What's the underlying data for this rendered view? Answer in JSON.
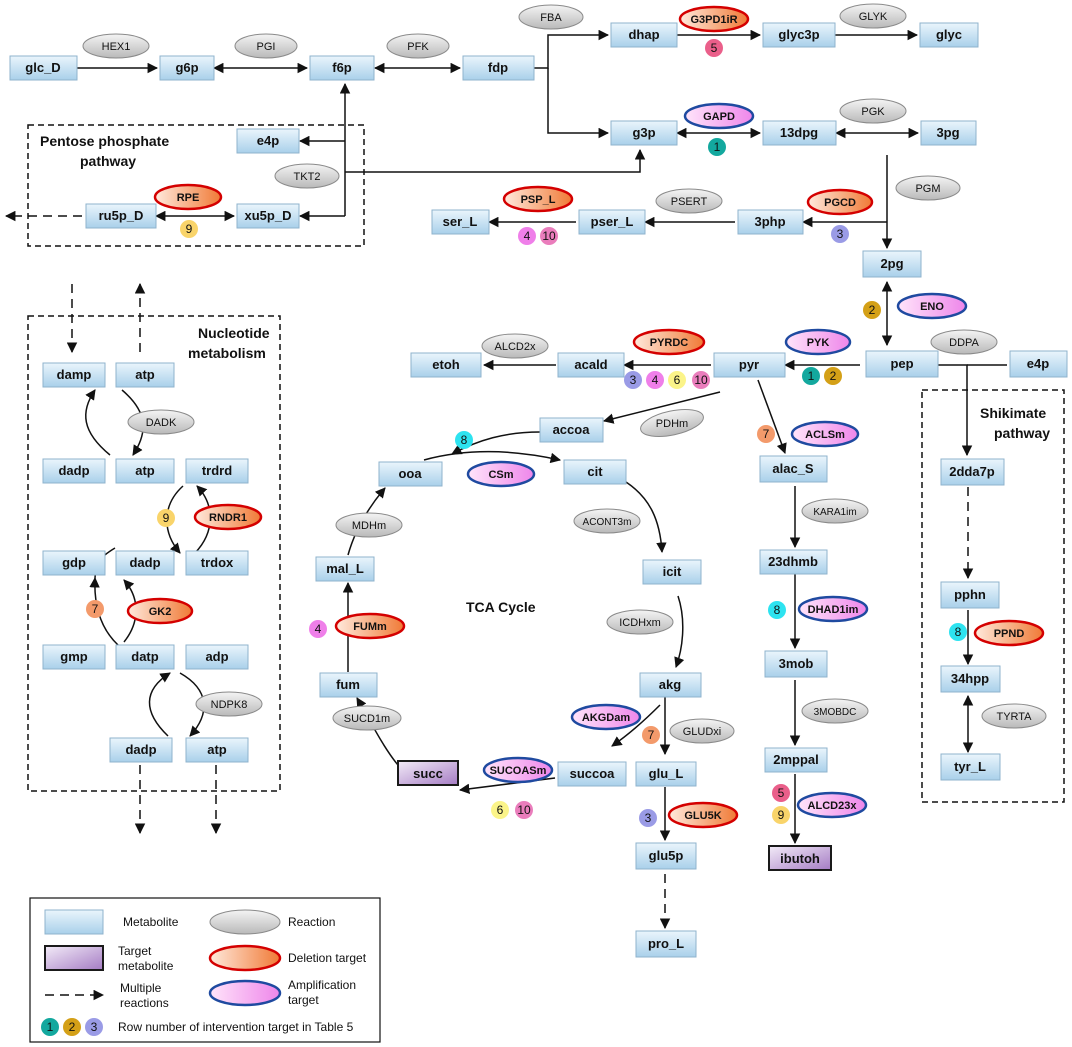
{
  "colors": {
    "metabolite": "#c7e2f2",
    "target_metabolite": "#c9a8de",
    "reaction": "#d0d0d0",
    "deletion_border": "#d40000",
    "amplification_border": "#1f4aa0",
    "n1": "#13a89e",
    "n2": "#d4a017",
    "n3": "#9a9be6",
    "n4": "#ef7fe9",
    "n5": "#ea5f8a",
    "n6": "#fbf489",
    "n7": "#f39a6b",
    "n8": "#2de3f0",
    "n9": "#f9d46a",
    "n10": "#ea7dbc"
  },
  "metabolites": {
    "glc_D": "glc_D",
    "g6p": "g6p",
    "f6p": "f6p",
    "fdp": "fdp",
    "dhap": "dhap",
    "glyc3p": "glyc3p",
    "glyc": "glyc",
    "e4p_ppp": "e4p",
    "g3p": "g3p",
    "13dpg": "13dpg",
    "3pg": "3pg",
    "ru5p_D": "ru5p_D",
    "xu5p_D": "xu5p_D",
    "ser_L": "ser_L",
    "pser_L": "pser_L",
    "3php": "3php",
    "2pg": "2pg",
    "damp": "damp",
    "atp1": "atp",
    "dadp1": "dadp",
    "atp2": "atp",
    "trdrd": "trdrd",
    "gdp": "gdp",
    "dadp2": "dadp",
    "trdox": "trdox",
    "gmp": "gmp",
    "datp": "datp",
    "adp": "adp",
    "dadp3": "dadp",
    "atp3": "atp",
    "etoh": "etoh",
    "acald": "acald",
    "pyr": "pyr",
    "pep": "pep",
    "e4p_sh": "e4p",
    "accoa": "accoa",
    "ooa": "ooa",
    "cit": "cit",
    "alac_S": "alac_S",
    "2dda7p": "2dda7p",
    "mal_L": "mal_L",
    "icit": "icit",
    "23dhmb": "23dhmb",
    "pphn": "pphn",
    "fum": "fum",
    "3mob": "3mob",
    "34hpp": "34hpp",
    "akg": "akg",
    "succoa": "succoa",
    "glu_L": "glu_L",
    "2mppal": "2mppal",
    "tyr_L": "tyr_L",
    "succ": "succ",
    "glu5p": "glu5p",
    "ibutoh": "ibutoh",
    "pro_L": "pro_L"
  },
  "reactions": {
    "HEX1": "HEX1",
    "PGI": "PGI",
    "PFK": "PFK",
    "FBA": "FBA",
    "G3PD1iR": "G3PD1iR",
    "GLYK": "GLYK",
    "GAPD": "GAPD",
    "PGK": "PGK",
    "TKT2": "TKT2",
    "RPE": "RPE",
    "PGM": "PGM",
    "PSP_L": "PSP_L",
    "PSERT": "PSERT",
    "PGCD": "PGCD",
    "ENO": "ENO",
    "DADK": "DADK",
    "RNDR1": "RNDR1",
    "GK2": "GK2",
    "NDPK8": "NDPK8",
    "ALCD2x": "ALCD2x",
    "PYRDC": "PYRDC",
    "PYK": "PYK",
    "DDPA": "DDPA",
    "PDHm": "PDHm",
    "CSm": "CSm",
    "ACLSm": "ACLSm",
    "ACONT3m": "ACONT3m",
    "KARA1im": "KARA1im",
    "MDHm": "MDHm",
    "ICDHxm": "ICDHxm",
    "DHAD1im": "DHAD1im",
    "PPND": "PPND",
    "FUMm": "FUMm",
    "3MOBDC": "3MOBDC",
    "SUCD1m": "SUCD1m",
    "AKGDam": "AKGDam",
    "GLUDxi": "GLUDxi",
    "TYRTA": "TYRTA",
    "SUCOASm": "SUCOASm",
    "ALCD23x": "ALCD23x",
    "GLU5K": "GLU5K"
  },
  "labels": {
    "ppp": [
      "Pentose phosphate",
      "pathway"
    ],
    "nucleotide": [
      "Nucleotide",
      "metabolism"
    ],
    "shikimate": [
      "Shikimate",
      "pathway"
    ],
    "tca": "TCA Cycle"
  },
  "numbers": {
    "n5_g3pd": "5",
    "n1_gapd": "1",
    "n9_rpe": "9",
    "n3_pgcd": "3",
    "n4_psp": "4",
    "n10_psp": "10",
    "n2_eno": "2",
    "n9_rndr": "9",
    "n7_gk2": "7",
    "n3_pyrdc": "3",
    "n4_pyrdc": "4",
    "n6_pyrdc": "6",
    "n10_pyrdc": "10",
    "n1_pyk": "1",
    "n2_pyk": "2",
    "n8_csm": "8",
    "n7_acls": "7",
    "n8_dhad": "8",
    "n8_ppnd": "8",
    "n4_fumm": "4",
    "n7_glud": "7",
    "n6_sucoas": "6",
    "n10_sucoas": "10",
    "n3_glu5k": "3",
    "n5_alcd23": "5",
    "n9_alcd23": "9"
  },
  "legend": {
    "metabolite": "Metabolite",
    "reaction": "Reaction",
    "target_metabolite": [
      "Target",
      "metabolite"
    ],
    "deletion": "Deletion target",
    "multiple": [
      "Multiple",
      "reactions"
    ],
    "amplification": [
      "Amplification",
      "target"
    ],
    "n1": "1",
    "n2": "2",
    "n3": "3",
    "row_text": "Row number of intervention target in Table 5"
  }
}
